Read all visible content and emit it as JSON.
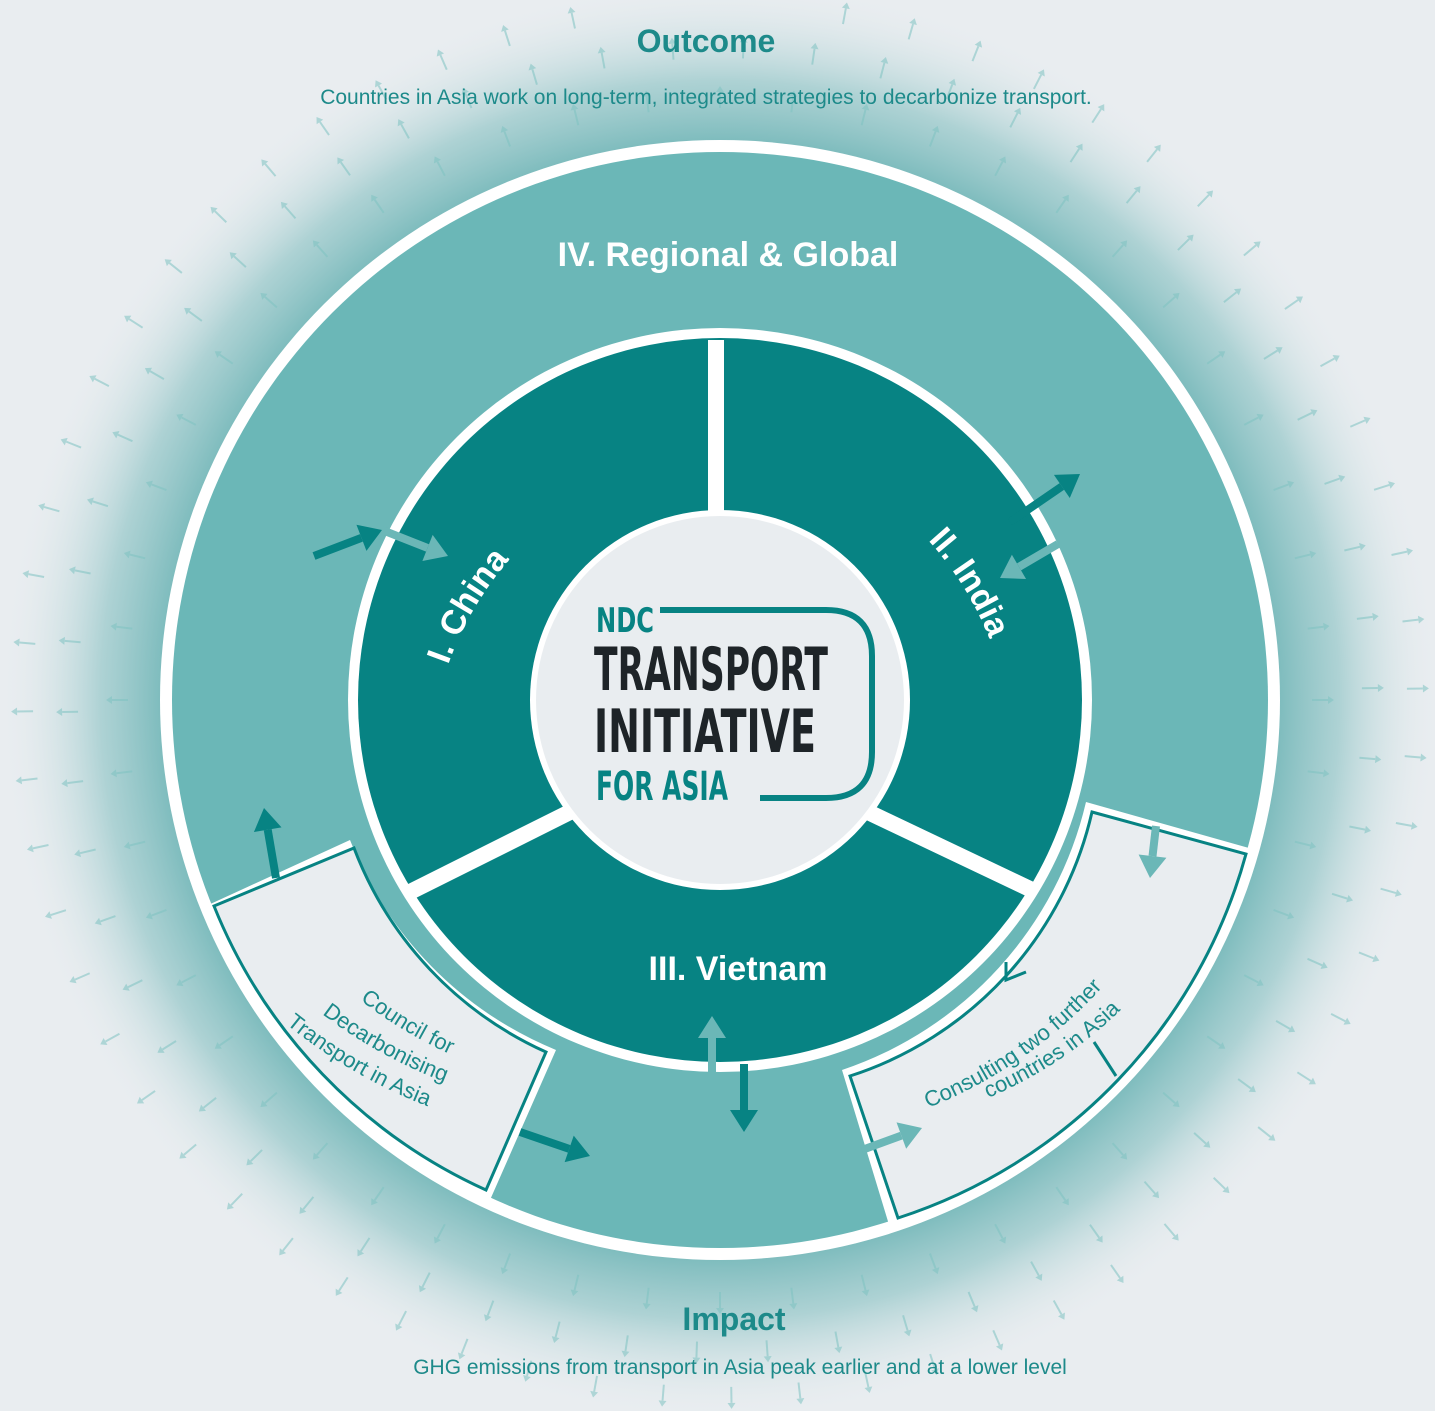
{
  "outcome": {
    "title": "Outcome",
    "text": "Countries in Asia work on long-term, integrated strategies to decarbonize transport."
  },
  "impact": {
    "title": "Impact",
    "text": "GHG emissions from transport in Asia peak earlier and at a lower level"
  },
  "ring": {
    "outer_label": "IV. Regional & Global",
    "china": "I. China",
    "india": "II. India",
    "vietnam": "III. Vietnam"
  },
  "boxes": {
    "council_lines": [
      "Council for",
      "Decarbonising",
      "Transport in Asia"
    ],
    "consulting_lines": [
      "Consulting two further",
      "countries in Asia"
    ]
  },
  "logo": {
    "line1": "NDC",
    "line2": "TRANSPORT",
    "line3": "INITIATIVE",
    "line4": "FOR ASIA"
  },
  "colors": {
    "background": "#e9edf0",
    "halo": "#4fa6a7",
    "outer_ring": "#6bb7b7",
    "inner_ring": "#078383",
    "center": "#e9edf0",
    "logo_dark": "#1e2428",
    "accent_text": "#1d8a8a",
    "white": "#ffffff"
  }
}
